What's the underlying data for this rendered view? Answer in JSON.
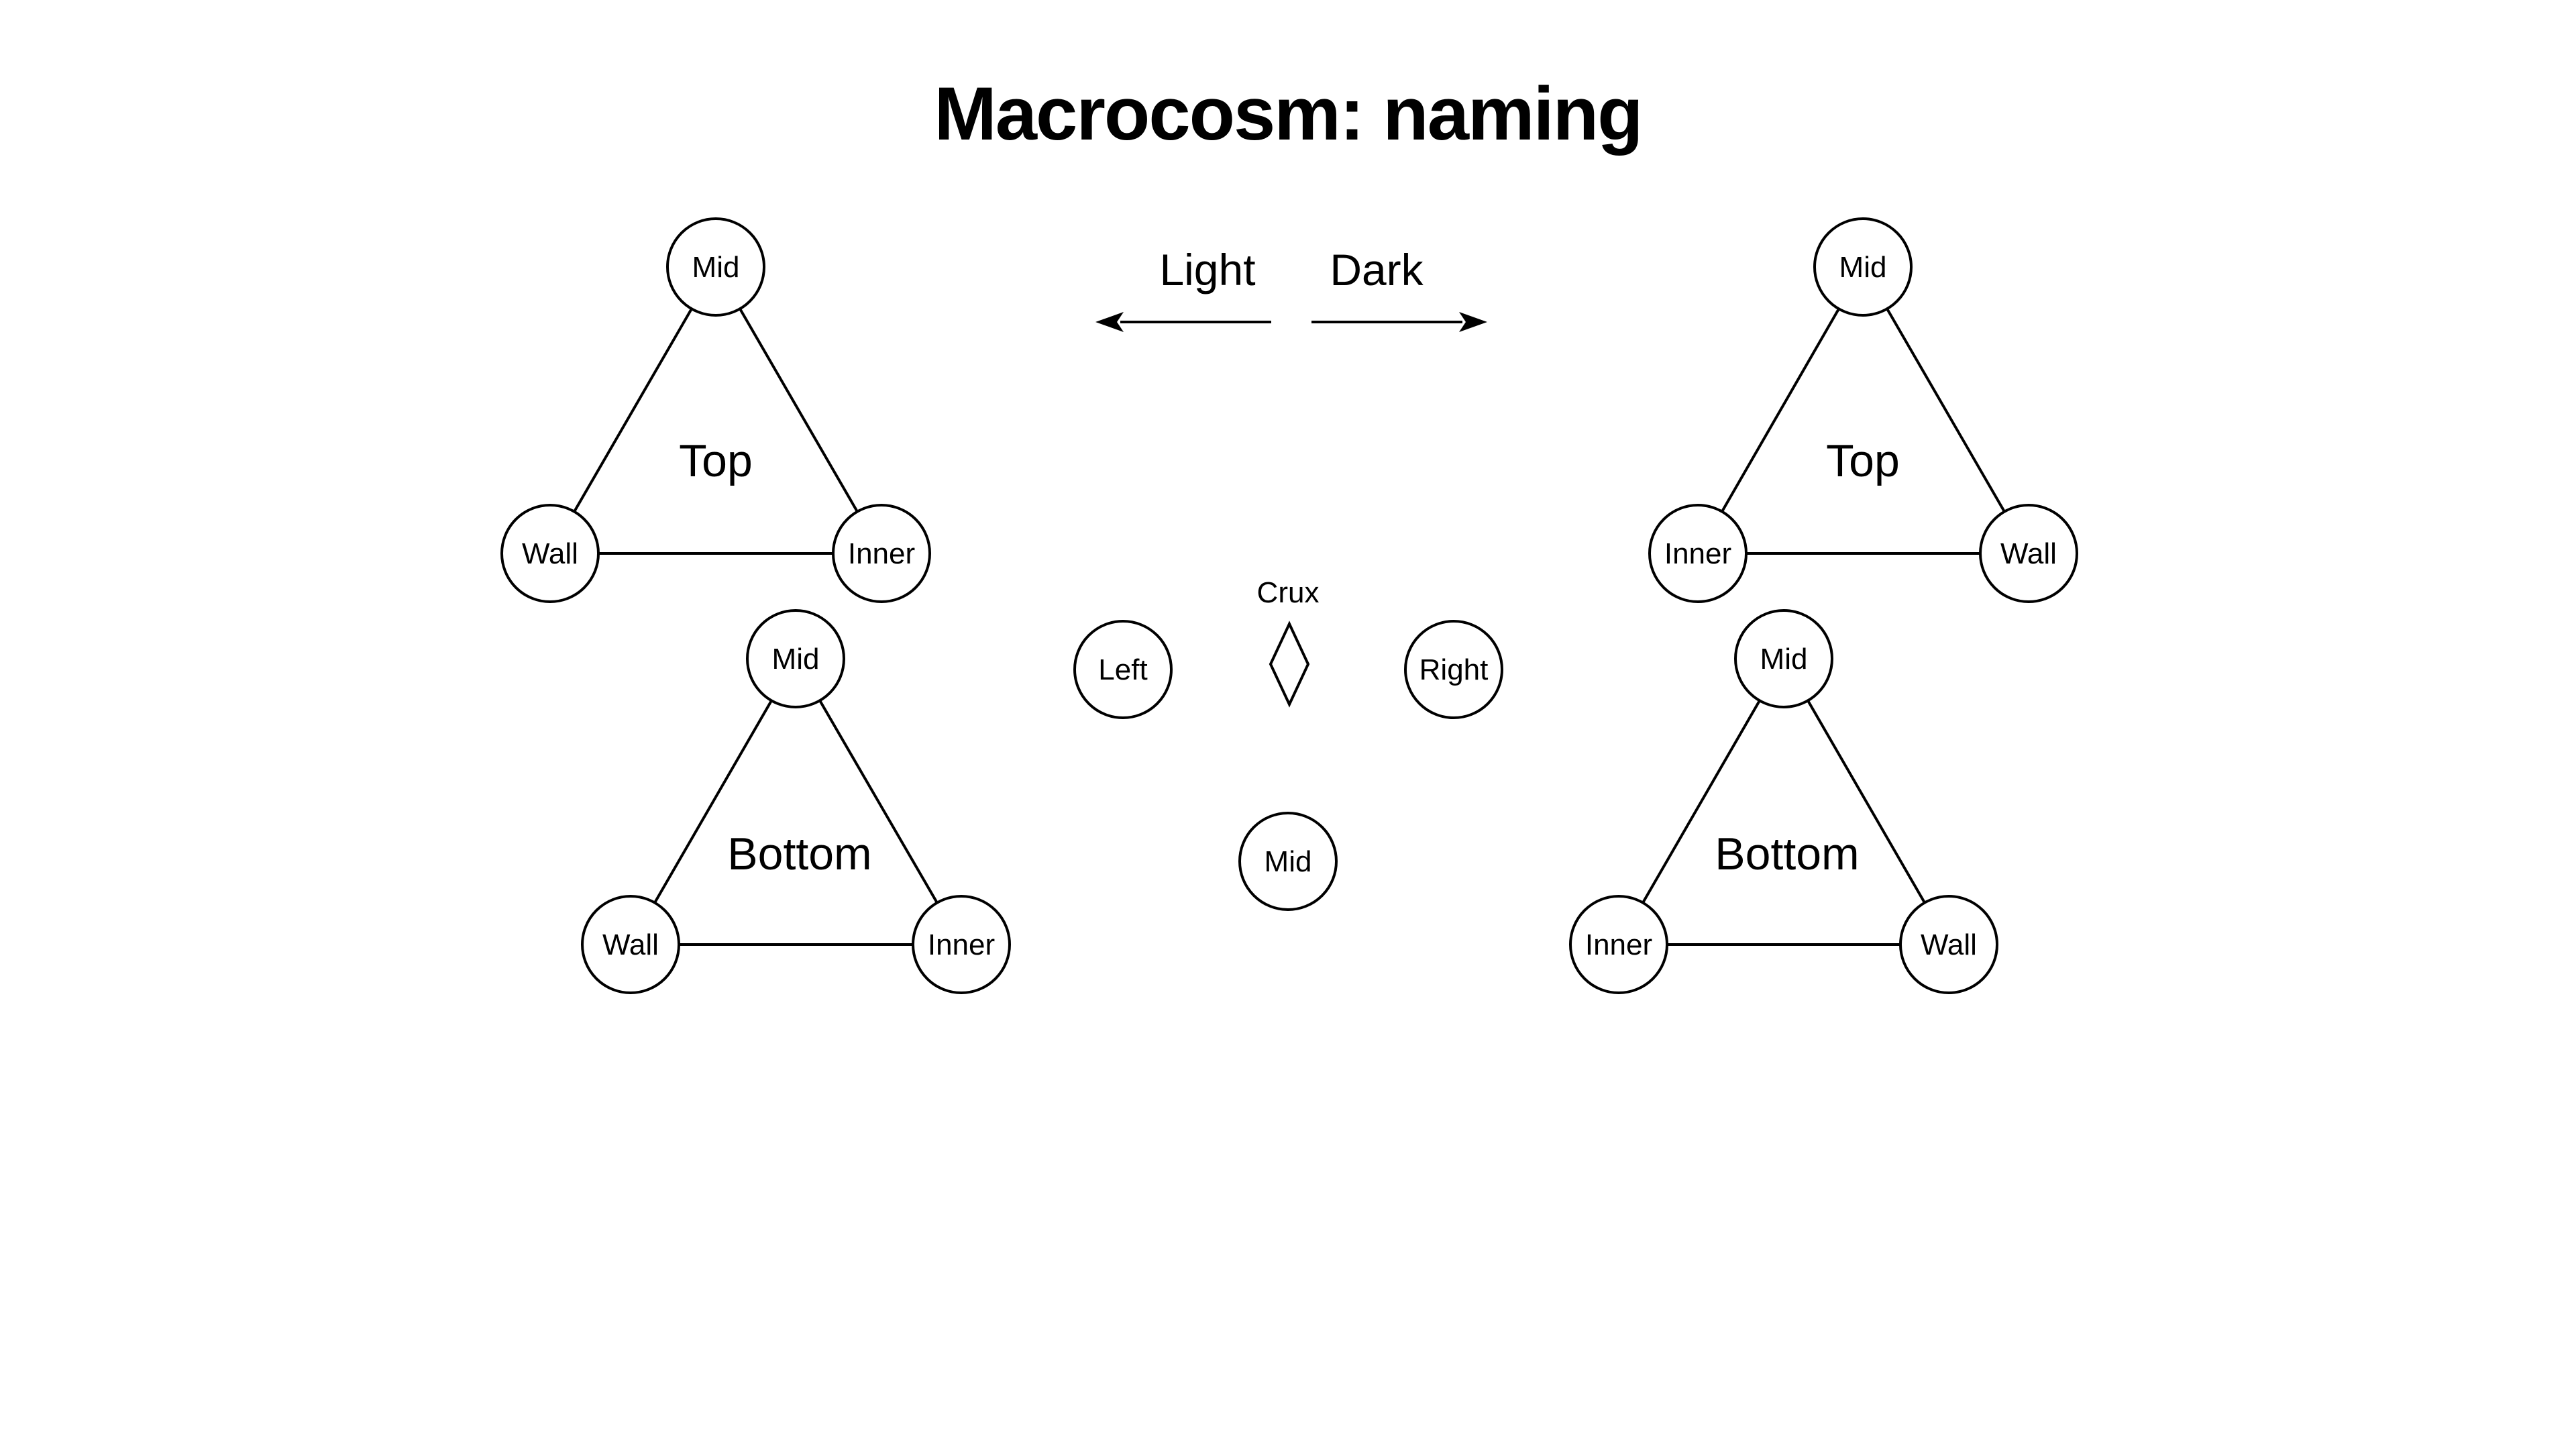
{
  "title": "Macrocosm: naming",
  "directions": {
    "light": "Light",
    "dark": "Dark"
  },
  "left_top": {
    "label": "Top",
    "mid": "Mid",
    "wall": "Wall",
    "inner": "Inner"
  },
  "left_bottom": {
    "label": "Bottom",
    "mid": "Mid",
    "wall": "Wall",
    "inner": "Inner"
  },
  "right_top": {
    "label": "Top",
    "mid": "Mid",
    "inner": "Inner",
    "wall": "Wall"
  },
  "right_bottom": {
    "label": "Bottom",
    "mid": "Mid",
    "inner": "Inner",
    "wall": "Wall"
  },
  "center": {
    "crux": "Crux",
    "left": "Left",
    "right": "Right",
    "mid": "Mid"
  }
}
